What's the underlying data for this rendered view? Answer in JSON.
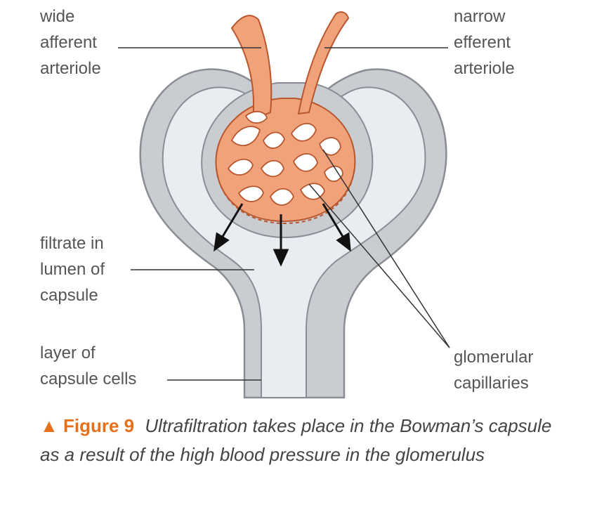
{
  "labels": {
    "afferent": "wide\nafferent\narteriole",
    "efferent": "narrow\nefferent\narteriole",
    "filtrate": "filtrate in\nlumen of\ncapsule",
    "layer": "layer of\ncapsule cells",
    "glomerular": "glomerular\ncapillaries"
  },
  "caption": {
    "marker": "▲",
    "figure": "Figure 9",
    "text": "Ultrafiltration takes place in the Bowman’s capsule as a result of the high blood pressure in the glomerulus"
  },
  "colors": {
    "capsule_wall": "#c9ccd1",
    "capsule_outline": "#8a8e94",
    "lumen": "#e9edf1",
    "capillary_fill": "#f0a27a",
    "capillary_outline": "#b8562e",
    "accent": "#e8701a"
  }
}
